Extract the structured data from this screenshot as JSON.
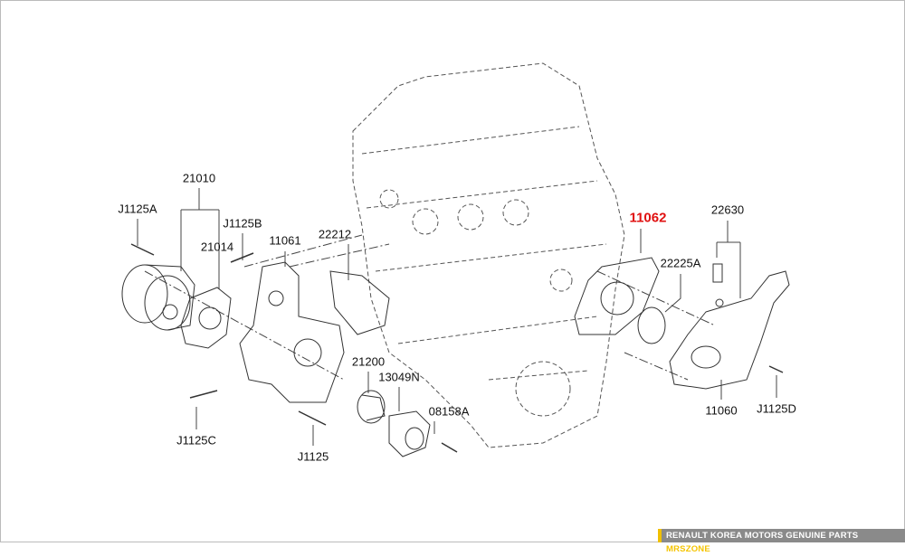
{
  "labels": {
    "p21010": "21010",
    "pJ1125A": "J1125A",
    "pJ1125B": "J1125B",
    "p21014": "21014",
    "p11061": "11061",
    "p22212": "22212",
    "p11062": "11062",
    "p22630": "22630",
    "p22225A": "22225A",
    "p21200": "21200",
    "p13049N": "13049N",
    "p08158A": "08158A",
    "pJ1125C": "J1125C",
    "pJ1125": "J1125",
    "p11060": "11060",
    "pJ1125D": "J1125D"
  },
  "highlight_color": "#e01010",
  "footer": {
    "text": "RENAULT KOREA MOTORS GENUINE PARTS",
    "brand": "MRSZONE"
  }
}
